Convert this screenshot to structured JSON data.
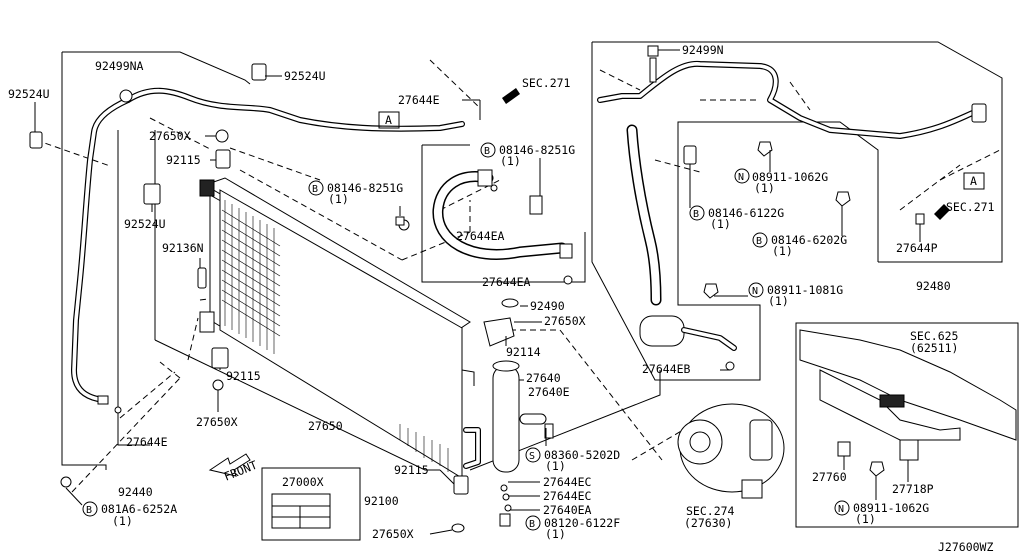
{
  "diagram_id": "J27600WZ",
  "parts": {
    "p92524U_left": "92524U",
    "p92499NA": "92499NA",
    "p92524U_top": "92524U",
    "p27650X_top": "27650X",
    "p92115_top": "92115",
    "p92524U_mid": "92524U",
    "p92136N": "92136N",
    "p92115_mid": "92115",
    "p27650X_mid": "27650X",
    "p27650": "27650",
    "p27644E_left": "27644E",
    "p92440": "92440",
    "p081A6": "081A6-6252A",
    "p081A6_qty": "(1)",
    "p27000X": "27000X",
    "p27644E_top": "27644E",
    "sec271_top": "SEC.271",
    "box_A": "A",
    "p08146_8251G_a": "08146-8251G",
    "p08146_8251G_a_qty": "(1)",
    "p08146_8251G_b": "08146-8251G",
    "p08146_8251G_b_qty": "(1)",
    "p27644EA_a": "27644EA",
    "p27644EA_b": "27644EA",
    "p92490": "92490",
    "p27650X_right": "27650X",
    "p92114": "92114",
    "p27640": "27640",
    "p27640E": "27640E",
    "p08360": "08360-5202D",
    "p08360_qty": "(1)",
    "p92115_bot": "92115",
    "p92100": "92100",
    "p27644EC_a": "27644EC",
    "p27644EC_b": "27644EC",
    "p27640EA": "27640EA",
    "p08120": "08120-6122F",
    "p08120_qty": "(1)",
    "p27650X_bot": "27650X",
    "front": "FRONT",
    "p92499N": "92499N",
    "p08911_1062G_a": "08911-1062G",
    "p08911_1062G_a_qty": "(1)",
    "p08146_6122G": "08146-6122G",
    "p08146_6122G_qty": "(1)",
    "p08146_6202G": "08146-6202G",
    "p08146_6202G_qty": "(1)",
    "p08911_1081G": "08911-1081G",
    "p08911_1081G_qty": "(1)",
    "sec271_right": "SEC.271",
    "p27644P": "27644P",
    "p92480": "92480",
    "p27644EB": "27644EB",
    "sec274": "SEC.274",
    "sec274_sub": "(27630)",
    "sec625": "SEC.625",
    "sec625_sub": "(62511)",
    "p27760": "27760",
    "p27718P": "27718P",
    "p08911_1062G_b": "08911-1062G",
    "p08911_1062G_b_qty": "(1)",
    "mark_B": "B",
    "mark_N": "N",
    "mark_S": "S"
  }
}
